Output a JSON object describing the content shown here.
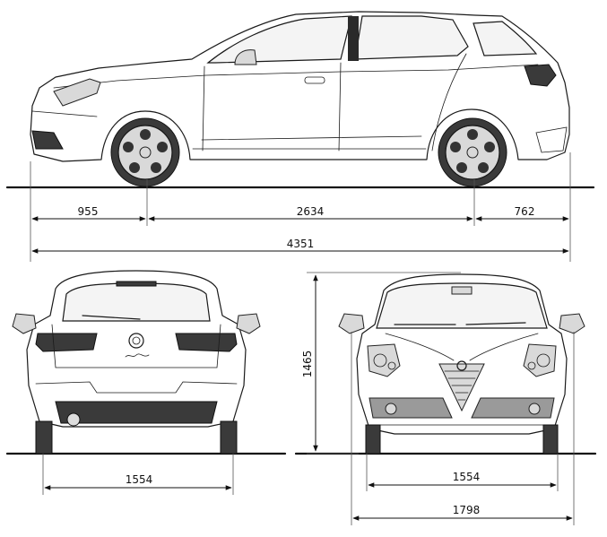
{
  "dimensions": {
    "front_overhang": "955",
    "wheelbase": "2634",
    "rear_overhang": "762",
    "overall_length": "4351",
    "rear_track": "1554",
    "height": "1465",
    "front_track": "1554",
    "overall_width": "1798"
  },
  "colors": {
    "line": "#1a1a1a",
    "background": "#ffffff",
    "dark_fill": "#3a3a3a"
  },
  "icons": [
    "alfa-romeo-badge-icon",
    "giulietta-script-logo"
  ]
}
